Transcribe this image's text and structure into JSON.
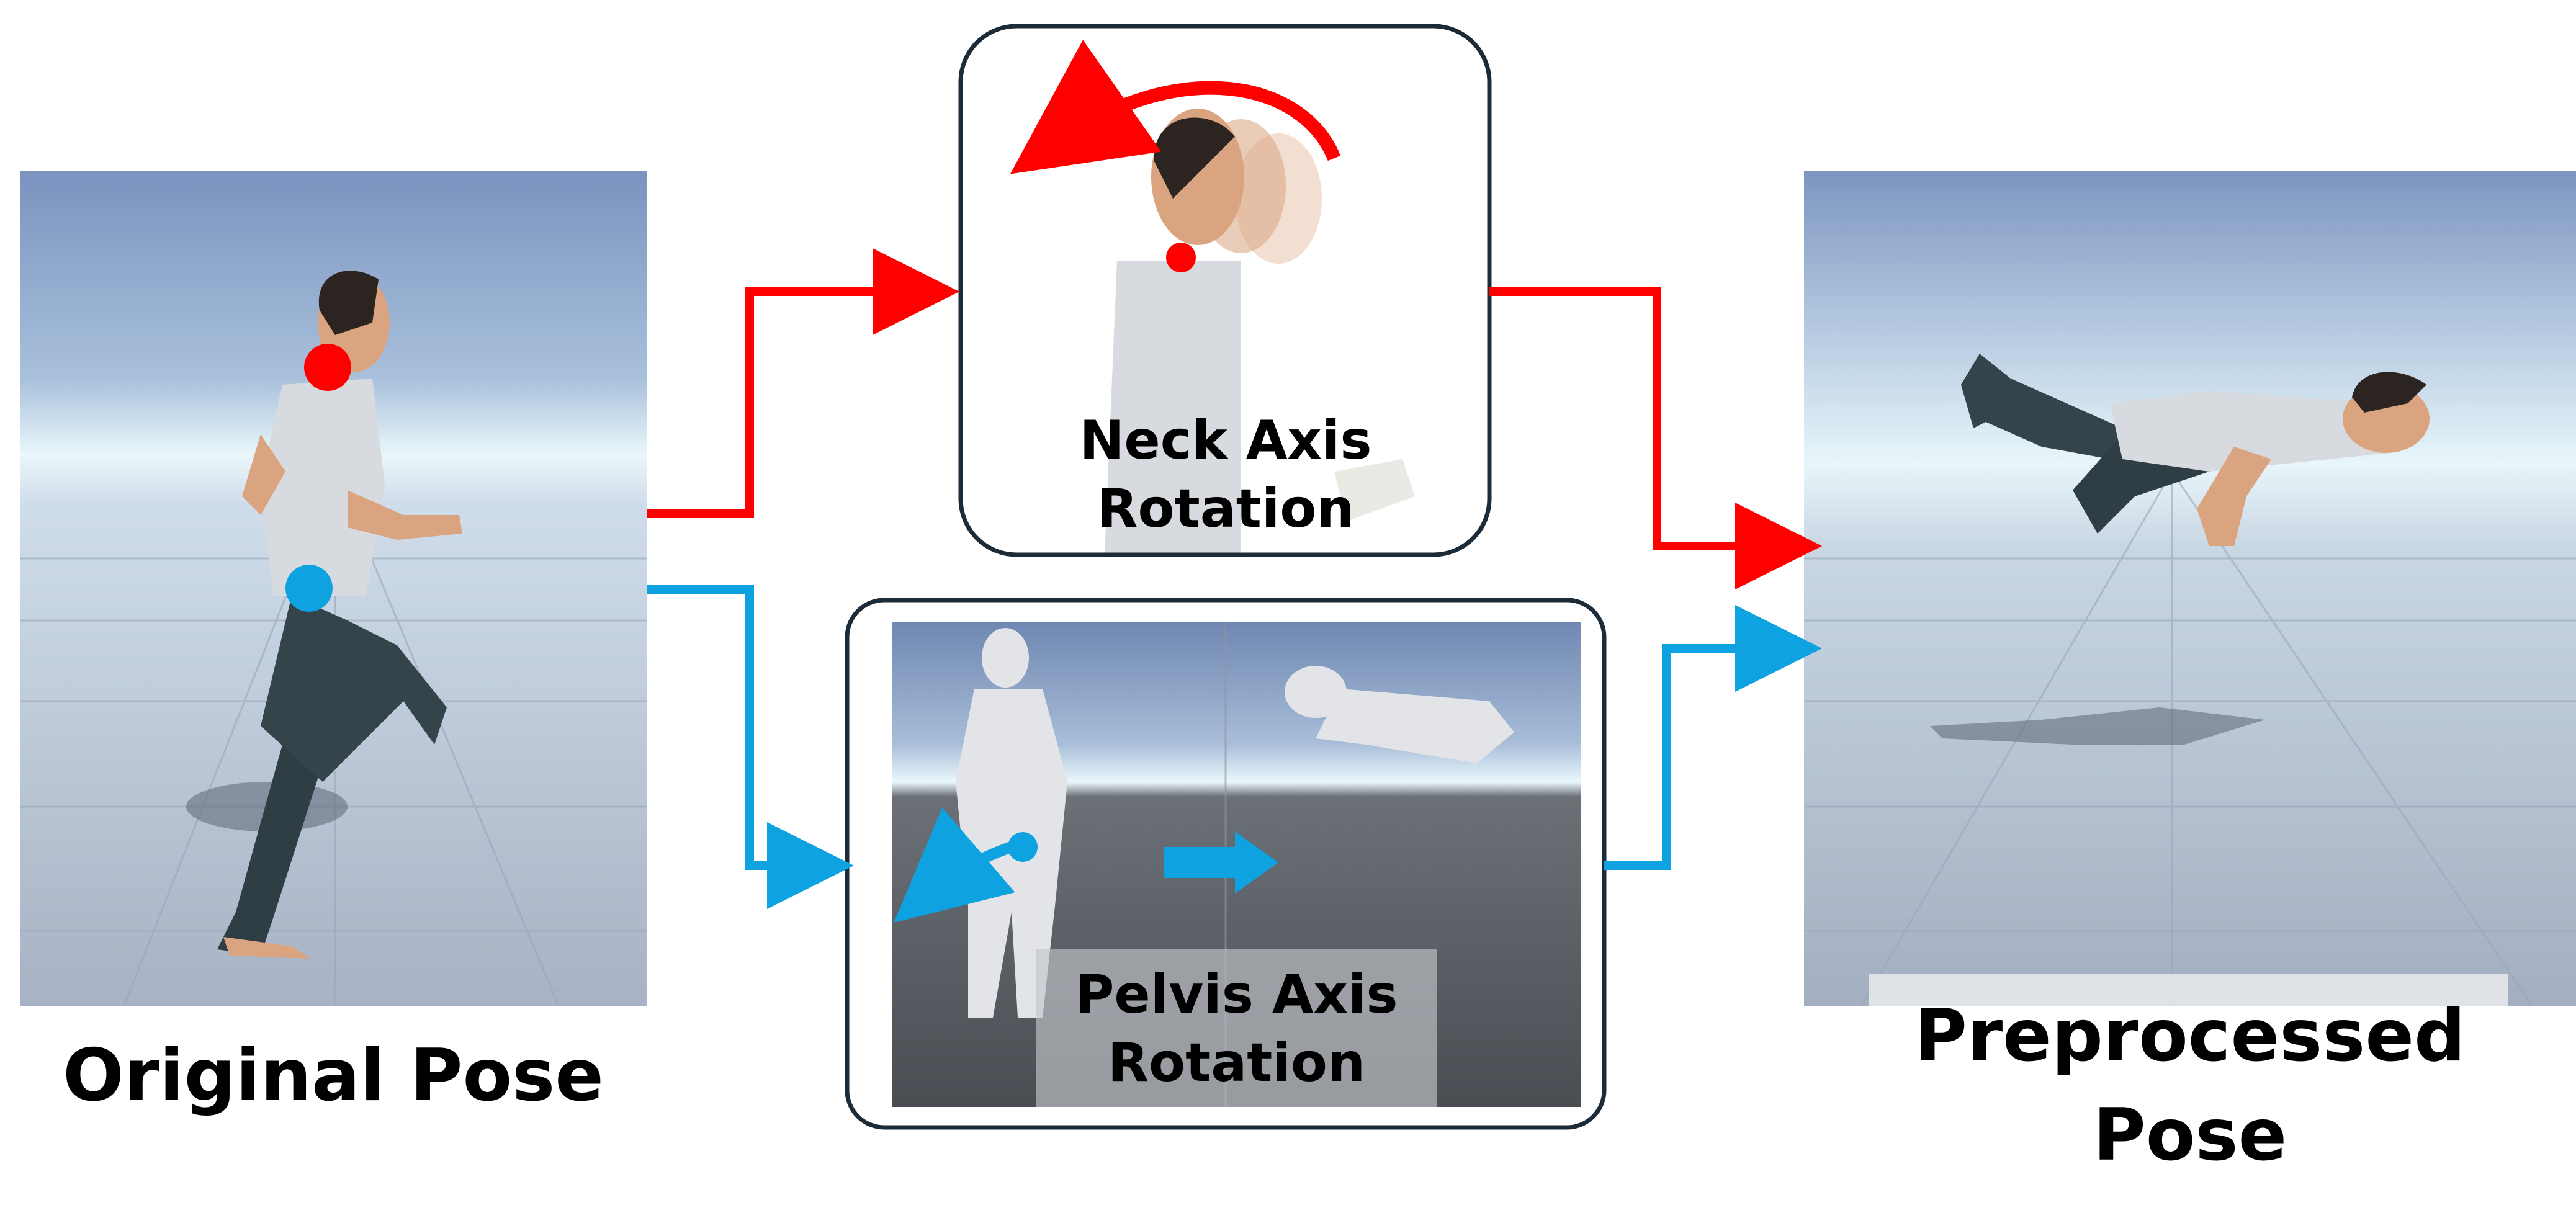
{
  "labels": {
    "original_pose": "Original Pose",
    "preprocessed_pose_line1": "Preprocessed",
    "preprocessed_pose_line2": "Pose",
    "neck_line1": "Neck Axis",
    "neck_line2": "Rotation",
    "pelvis_line1": "Pelvis Axis",
    "pelvis_line2": "Rotation"
  },
  "colors": {
    "neck_path": "#ff0000",
    "pelvis_path": "#0ea3e0",
    "panel_border": "#1c2b38",
    "sky_top": "#7a93bf",
    "sky_horizon": "#e8f6fa",
    "ground_near": "#a9b6c8",
    "ground_dark": "#54585d"
  },
  "markers": {
    "neck_joint": "red-dot",
    "pelvis_joint": "blue-dot"
  }
}
